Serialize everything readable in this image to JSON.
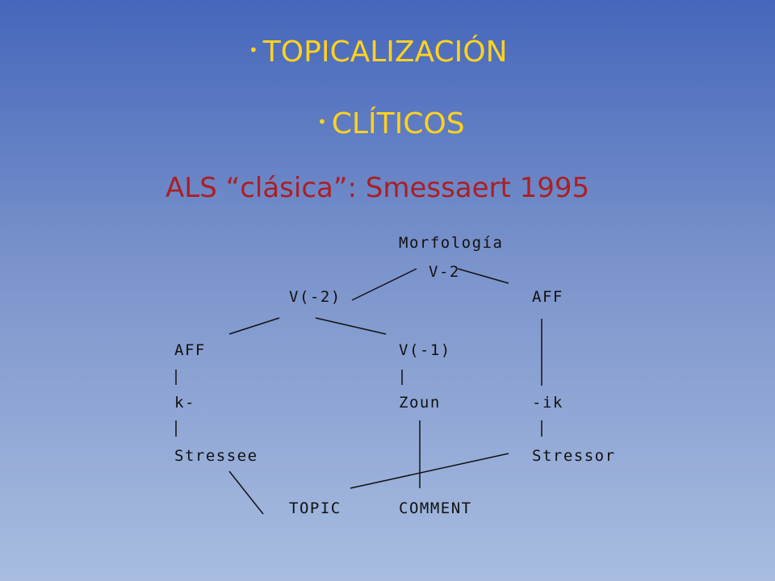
{
  "bullets": [
    {
      "marker": "•",
      "text": "TOPICALIZACIÓN"
    },
    {
      "marker": "•",
      "text": "CLÍTICOS"
    }
  ],
  "heading": "ALS “clásica”: Smessaert 1995",
  "colors": {
    "bullet_text": "#ffd21f",
    "heading_text": "#aa1f25",
    "diagram_text": "#111111",
    "background_top": "#4566bb",
    "background_bottom": "#a8bde0"
  },
  "diagram": {
    "nodes": {
      "morfologia": "Morfología",
      "v2": "V-2",
      "v_minus2": "V(-2)",
      "aff_right": "AFF",
      "aff_left": "AFF",
      "v_minus1": "V(-1)",
      "k": "k-",
      "zoun": "Zoun",
      "ik": "-ik",
      "stressee": "Stressee",
      "stressor": "Stressor",
      "topic": "TOPIC",
      "comment": "COMMENT"
    }
  }
}
